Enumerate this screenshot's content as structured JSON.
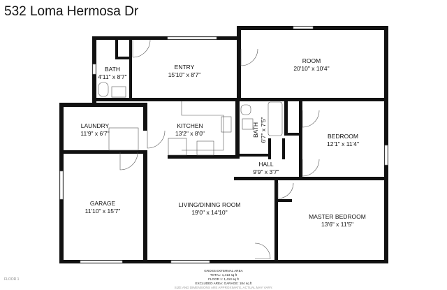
{
  "title": "532 Loma Hermosa Dr",
  "floor_label": "FLOOR 1",
  "rooms": [
    {
      "name": "BATH",
      "dims": "4'11\" x 8'7\""
    },
    {
      "name": "ENTRY",
      "dims": "15'10\" x 8'7\""
    },
    {
      "name": "ROOM",
      "dims": "20'10\" x 10'4\""
    },
    {
      "name": "LAUNDRY",
      "dims": "11'9\" x 6'7\""
    },
    {
      "name": "KITCHEN",
      "dims": "13'2\" x 8'0\""
    },
    {
      "name": "BATH",
      "dims": "6'7\" x 7'5\""
    },
    {
      "name": "BEDROOM",
      "dims": "12'1\" x 11'4\""
    },
    {
      "name": "HALL",
      "dims": "9'9\" x 3'7\""
    },
    {
      "name": "GARAGE",
      "dims": "11'10\" x 15'7\""
    },
    {
      "name": "LIVING/DINING ROOM",
      "dims": "19'0\" x 14'10\""
    },
    {
      "name": "MASTER BEDROOM",
      "dims": "13'6\" x 11'5\""
    }
  ],
  "area": {
    "heading": "GROSS EXTERNAL AREA",
    "total": "TOTAL: 1,413 sq ft",
    "floor1": "FLOOR 1: 1,413 sq ft",
    "excluded": "EXCLUDED AREA: GARAGE: 184 sq ft",
    "disclaimer": "SIZE AND DIMENSIONS ARE APPROXIMATE, ACTUAL MAY VARY."
  },
  "colors": {
    "wall": "#111111",
    "window": "#cccccc"
  }
}
